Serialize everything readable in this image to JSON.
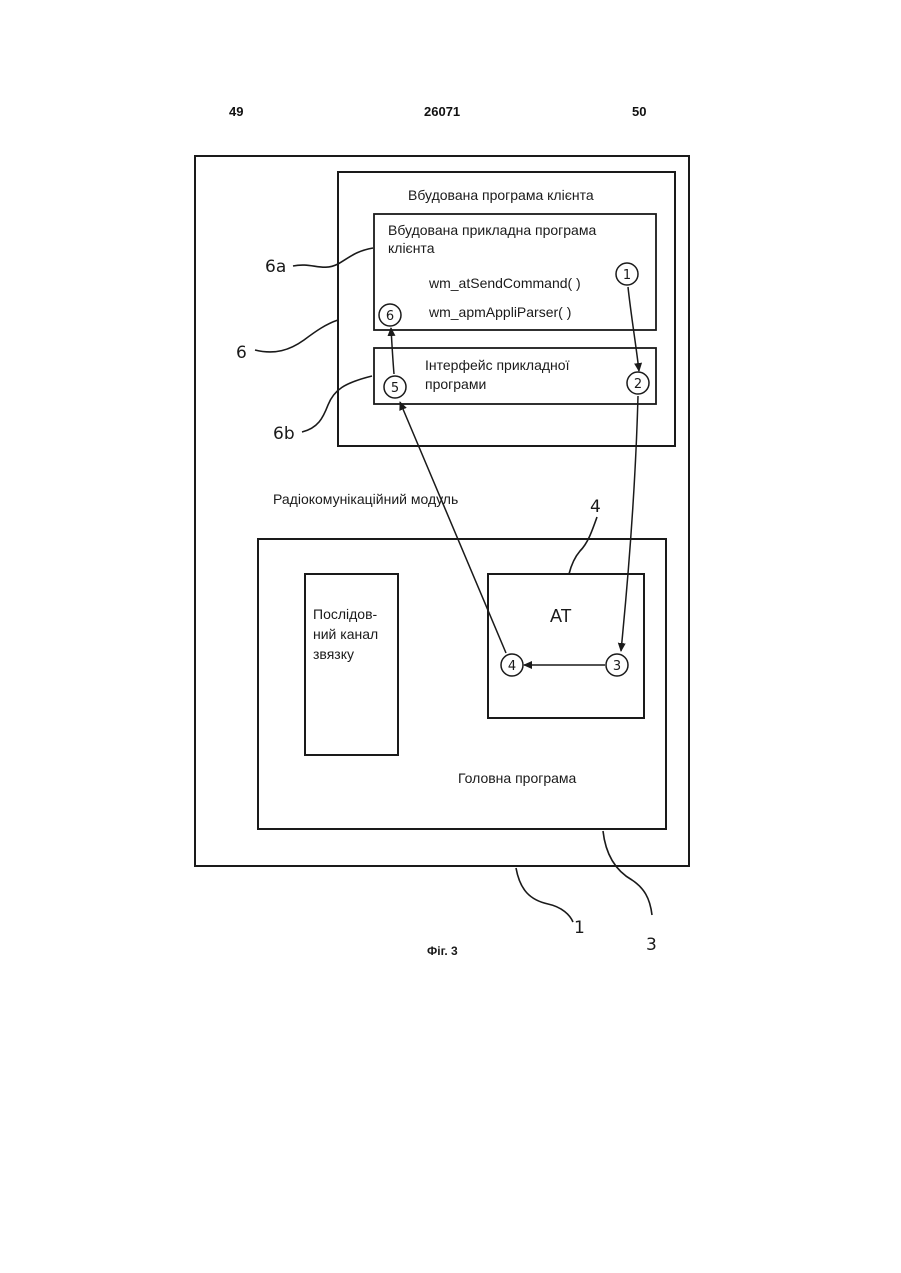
{
  "header": {
    "left_page": "49",
    "patent_number": "26071",
    "right_page": "50"
  },
  "diagram": {
    "embedded_client_program": "Вбудована програма клієнта",
    "embedded_application_line1": "Вбудована прикладна програма",
    "embedded_application_line2": "клієнта",
    "function_send": "wm_atSendCommand( )",
    "function_parser": "wm_apmAppliParser( )",
    "interface_line1": "Інтерфейс прикладної",
    "interface_line2": "програми",
    "radio_module": "Радіокомунікаційний модуль",
    "serial_line1": "Послідов-",
    "serial_line2": "ний канал",
    "serial_line3": "звязку",
    "at_block": "AT",
    "main_program": "Головна програма",
    "refs": {
      "r6a": "6a",
      "r6": "6",
      "r6b": "6b",
      "r4": "4",
      "r1": "1",
      "r3": "3"
    },
    "nodes": [
      "1",
      "2",
      "3",
      "4",
      "5",
      "6"
    ]
  },
  "caption": "Фіг. 3"
}
